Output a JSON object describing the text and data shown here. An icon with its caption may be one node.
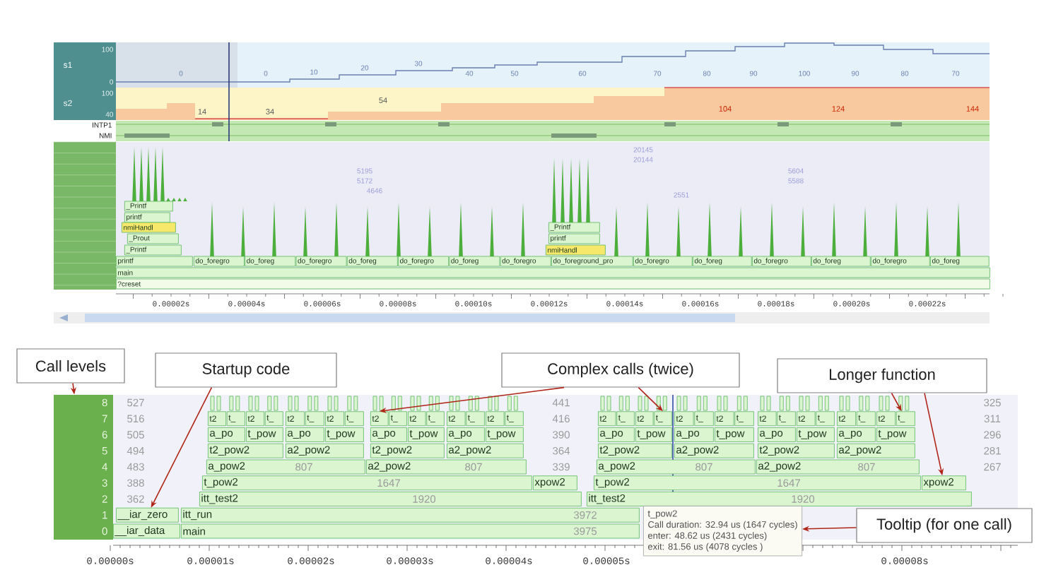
{
  "diagram": {
    "nodes": [
      {
        "text": [
          "Call levels"
        ]
      },
      {
        "text": [
          "Startup code"
        ]
      },
      {
        "text": [
          "Complex calls (twice)"
        ]
      },
      {
        "text": [
          "Longer function"
        ]
      },
      {
        "text": [
          "Tooltip (for one call)"
        ]
      },
      {
        "text": [
          "8",
          "7",
          "6",
          "5",
          "4",
          "3",
          "2",
          "1",
          "0"
        ]
      },
      {
        "text": [
          "t_pow2",
          "Call duration: 32.94 us (1647 cycles)",
          "enter: 48.62 us (2431 cycles)",
          "exit: 81.56 us (4078 cycles )"
        ]
      },
      {
        "text": [
          "__iar_data"
        ]
      },
      {
        "text": [
          "main",
          "3975"
        ]
      },
      {
        "text": [
          "__iar_zero"
        ]
      },
      {
        "text": [
          "itt_run",
          "3972"
        ]
      },
      {
        "text": [
          "itt_test2",
          "1920"
        ]
      },
      {
        "text": [
          "itt_test2",
          "1920"
        ]
      },
      {
        "text": [
          "t_pow2",
          "1647"
        ]
      },
      {
        "text": [
          "xpow2"
        ]
      },
      {
        "text": [
          "t_pow2",
          "1647"
        ]
      },
      {
        "text": [
          "xpow2"
        ]
      },
      {
        "text": [
          "a_pow2",
          "807"
        ]
      },
      {
        "text": [
          "a2_pow2",
          "807"
        ]
      },
      {
        "text": [
          "a_pow2",
          "807"
        ]
      },
      {
        "text": [
          "a2_pow2",
          "807"
        ]
      },
      {
        "text": [
          "t2_pow2"
        ]
      },
      {
        "text": [
          "a2_pow2"
        ]
      },
      {
        "text": [
          "t2_pow2"
        ]
      },
      {
        "text": [
          "a2_pow2"
        ]
      },
      {
        "text": [
          "t2_pow2"
        ]
      },
      {
        "text": [
          "a2_pow2"
        ]
      },
      {
        "text": [
          "t2_pow2"
        ]
      },
      {
        "text": [
          "a2_pow2"
        ]
      },
      {
        "text": [
          "a_po"
        ]
      },
      {
        "text": [
          "t_pow"
        ]
      },
      {
        "text": [
          "a_po"
        ]
      },
      {
        "text": [
          "t_pow"
        ]
      },
      {
        "text": [
          "a_po"
        ]
      },
      {
        "text": [
          "t_pow"
        ]
      },
      {
        "text": [
          "a_po"
        ]
      },
      {
        "text": [
          "t_pow"
        ]
      },
      {
        "text": [
          "a_po"
        ]
      },
      {
        "text": [
          "t_pow"
        ]
      },
      {
        "text": [
          "a_po"
        ]
      },
      {
        "text": [
          "t_pow"
        ]
      },
      {
        "text": [
          "a_po"
        ]
      },
      {
        "text": [
          "t_pow"
        ]
      },
      {
        "text": [
          "a_po"
        ]
      },
      {
        "text": [
          "t_pow"
        ]
      },
      {
        "text": [
          "t2"
        ]
      },
      {
        "text": [
          "t_"
        ]
      },
      {
        "text": [
          "t2"
        ]
      },
      {
        "text": [
          "t_"
        ]
      },
      {
        "text": [
          "t2"
        ]
      },
      {
        "text": [
          "t_"
        ]
      },
      {
        "text": [
          "t2"
        ]
      },
      {
        "text": [
          "t_"
        ]
      },
      {
        "text": [
          "t2"
        ]
      },
      {
        "text": [
          "t_"
        ]
      },
      {
        "text": [
          "t2"
        ]
      },
      {
        "text": [
          "t_"
        ]
      },
      {
        "text": [
          "t2"
        ]
      },
      {
        "text": [
          "t_"
        ]
      },
      {
        "text": [
          "t2"
        ]
      },
      {
        "text": [
          "t_"
        ]
      },
      {
        "text": [
          "t2"
        ]
      },
      {
        "text": [
          "t_"
        ]
      },
      {
        "text": [
          "t2"
        ]
      },
      {
        "text": [
          "t_"
        ]
      },
      {
        "text": [
          "t2"
        ]
      },
      {
        "text": [
          "t_"
        ]
      },
      {
        "text": [
          "t2"
        ]
      },
      {
        "text": [
          "t_"
        ]
      },
      {
        "text": [
          "t2"
        ]
      },
      {
        "text": [
          "t_"
        ]
      },
      {
        "text": [
          "t2"
        ]
      },
      {
        "text": [
          "t_"
        ]
      },
      {
        "text": [
          "t2"
        ]
      },
      {
        "text": [
          "t_"
        ]
      },
      {
        "text": [
          "t2"
        ]
      },
      {
        "text": [
          "t_"
        ]
      }
    ],
    "edges": [
      {
        "from": 0,
        "to": 5,
        "arrow": "to"
      },
      {
        "from": 1,
        "to": 9,
        "arrow": "to"
      },
      {
        "from": 2,
        "to": 53,
        "arrow": "to"
      },
      {
        "from": 2,
        "to": 64,
        "arrow": "to"
      },
      {
        "from": 3,
        "to": 76,
        "arrow": "to"
      },
      {
        "from": 3,
        "to": 16,
        "arrow": "to"
      },
      {
        "from": 4,
        "to": 6,
        "arrow": "to"
      }
    ],
    "labels": [
      "100",
      "0",
      "s1",
      "0",
      "0",
      "10",
      "20",
      "30",
      "40",
      "50",
      "60",
      "70",
      "80",
      "90",
      "100",
      "90",
      "80",
      "70",
      "100",
      "40",
      "s2",
      "14",
      "34",
      "54",
      "104",
      "124",
      "144",
      "INTP1",
      "NMI",
      "20145",
      "20144",
      "5195",
      "5172",
      "4646",
      "5604",
      "5588",
      "2551",
      "_Printf",
      "printf",
      "nmiHandl",
      "_Prout",
      "_Printf",
      "_Printf",
      "printf",
      "nmiHandl",
      "printf",
      "do_foregro",
      "do_foreg",
      "do_foregro",
      "do_foreg",
      "do_foregro",
      "do_foreg",
      "do_foregro",
      "do_foreground_pro",
      "do_foregro",
      "do_foreg",
      "do_foregro",
      "do_foreg",
      "do_foregro",
      "do_foreg",
      "main",
      "?creset",
      "0.00002s",
      "0.00004s",
      "0.00006s",
      "0.00008s",
      "0.00010s",
      "0.00012s",
      "0.00014s",
      "0.00016s",
      "0.00018s",
      "0.00020s",
      "0.00022s",
      "527",
      "516",
      "505",
      "494",
      "483",
      "388",
      "362",
      "441",
      "416",
      "390",
      "364",
      "339",
      "325",
      "311",
      "296",
      "281",
      "267",
      "0.00000s",
      "0.00001s",
      "0.00002s",
      "0.00003s",
      "0.00004s",
      "0.00005s",
      "0.00008s"
    ]
  }
}
